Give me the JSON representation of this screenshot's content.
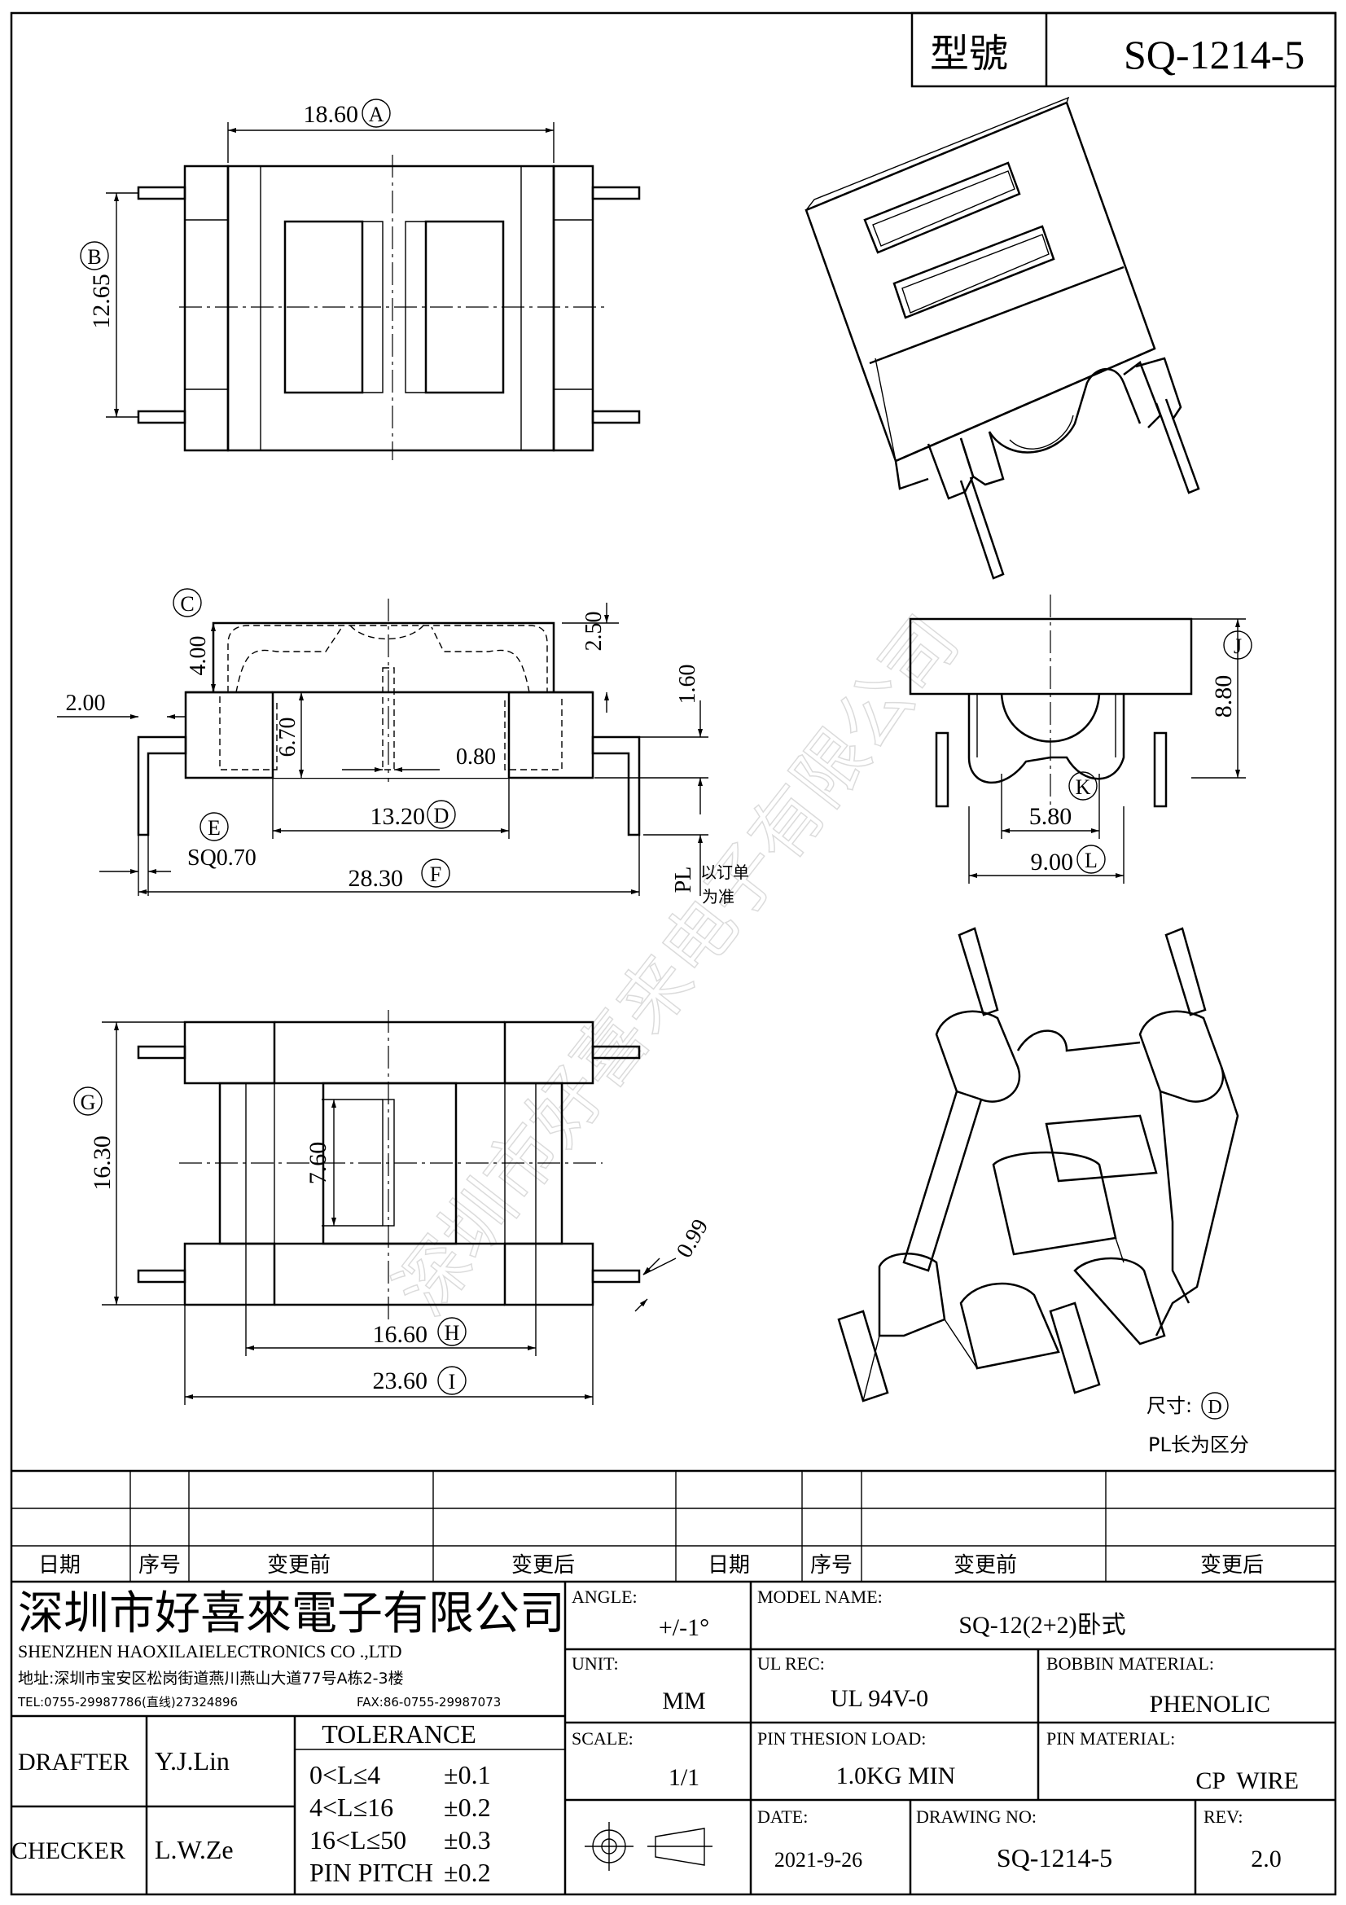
{
  "header": {
    "model_label": "型號",
    "model_number": "SQ-1214-5"
  },
  "dimensions": {
    "A": {
      "value": "18.60",
      "letter": "A"
    },
    "B": {
      "value": "12.65",
      "letter": "B"
    },
    "C": {
      "value": "4.00",
      "letter": "C"
    },
    "c_top_right": "2.50",
    "c_right": "1.60",
    "left_pin": "2.00",
    "inner_h": "6.70",
    "slot": "0.80",
    "D": {
      "value": "13.20",
      "letter": "D"
    },
    "E": {
      "value": "SQ0.70",
      "letter": "E"
    },
    "F": {
      "value": "28.30",
      "letter": "F"
    },
    "G": {
      "value": "16.30",
      "letter": "G"
    },
    "inner_v": "7.60",
    "pitch_diag": "0.99",
    "H": {
      "value": "16.60",
      "letter": "H"
    },
    "I": {
      "value": "23.60",
      "letter": "I"
    },
    "J": {
      "value": "8.80",
      "letter": "J"
    },
    "K": {
      "value": "5.80",
      "letter": "K"
    },
    "L": {
      "value": "9.00",
      "letter": "L"
    },
    "pl": "PL",
    "pl_note_1": "以订单",
    "pl_note_2": "为准"
  },
  "notes": {
    "size_label": "尺寸:",
    "size_letter": "D",
    "pl_note": "PL长为区分"
  },
  "revision_table": {
    "headers": [
      "日期",
      "序号",
      "变更前",
      "变更后",
      "日期",
      "序号",
      "变更前",
      "变更后"
    ]
  },
  "company": {
    "name_cn": "深圳市好喜來電子有限公司",
    "name_en": "SHENZHEN HAOXILAIELECTRONICS CO .,LTD",
    "address": "地址:深圳市宝安区松岗街道燕川燕山大道77号A栋2-3楼",
    "tel": "TEL:0755-29987786(直线)27324896",
    "fax": "FAX:86-0755-29987073"
  },
  "people": {
    "drafter_label": "DRAFTER",
    "drafter": "Y.J.Lin",
    "checker_label": "CHECKER",
    "checker": "L.W.Ze"
  },
  "tolerance": {
    "title": "TOLERANCE",
    "rows": [
      {
        "range": "0<L≤4",
        "value": "±0.1"
      },
      {
        "range": "4<L≤16",
        "value": "±0.2"
      },
      {
        "range": "16<L≤50",
        "value": "±0.3"
      },
      {
        "range": "PIN PITCH",
        "value": "±0.2"
      }
    ]
  },
  "specs": {
    "angle_label": "ANGLE:",
    "angle": "+/-1°",
    "unit_label": "UNIT:",
    "unit": "MM",
    "scale_label": "SCALE:",
    "scale": "1/1",
    "model_name_label": "MODEL NAME:",
    "model_name": "SQ-12(2+2)卧式",
    "ul_rec_label": "UL REC:",
    "ul_rec": "UL 94V-0",
    "bobbin_label": "BOBBIN MATERIAL:",
    "bobbin": "PHENOLIC",
    "pin_load_label": "PIN THESION LOAD:",
    "pin_load": "1.0KG MIN",
    "pin_material_label": "PIN MATERIAL:",
    "pin_material": "CP  WIRE",
    "date_label": "DATE:",
    "date": "2021-9-26",
    "drawing_no_label": "DRAWING NO:",
    "drawing_no": "SQ-1214-5",
    "rev_label": "REV:",
    "rev": "2.0"
  },
  "watermark": "深圳市好喜来电子有限公司"
}
